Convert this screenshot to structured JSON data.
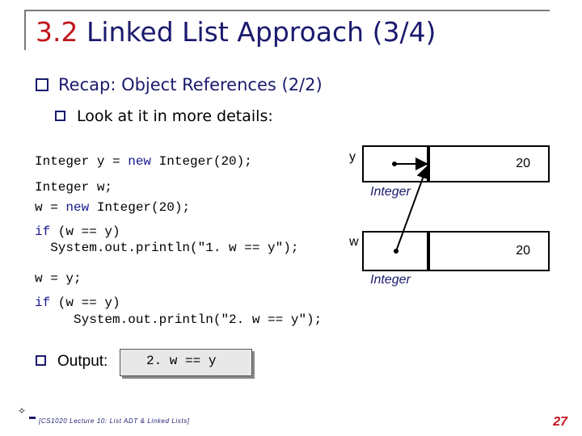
{
  "slide": {
    "title_number": "3.2",
    "title_text": "Linked List Approach (3/4)",
    "bullet1": "Recap: Object References (2/2)",
    "bullet2": "Look at it in more details:",
    "output_label": "Output:",
    "output_value": "2. w == y",
    "footer": "[CS1020 Lecture 10: List ADT & Linked Lists]",
    "page_number": "27"
  },
  "code": {
    "line1_a": "Integer y = ",
    "line1_kw": "new",
    "line1_b": " Integer(20);",
    "line2": "Integer w;",
    "line3_a": "w = ",
    "line3_kw": "new",
    "line3_b": " Integer(20);",
    "line4_kw": "if",
    "line4_b": " (w == y)",
    "line5": "  System.out.println(\"1. w == y\");",
    "line6": "w = y;",
    "line7_kw": "if",
    "line7_b": " (w == y)",
    "line8": "     System.out.println(\"2. w == y\");"
  },
  "diagram": {
    "var_y": "y",
    "var_w": "w",
    "obj1_value": "20",
    "obj2_value": "20",
    "type1": "Integer",
    "type2": "Integer"
  }
}
